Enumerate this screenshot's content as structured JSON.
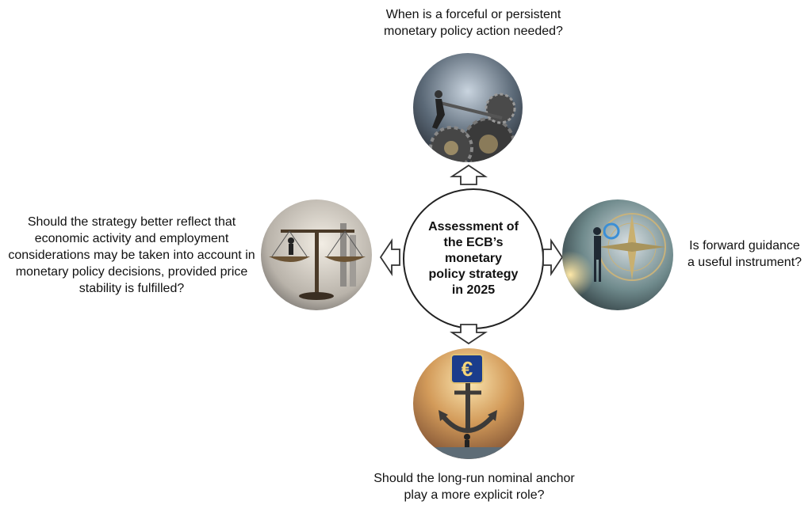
{
  "center": {
    "text": "Assessment of\nthe ECB’s\nmonetary\npolicy strategy\nin 2025"
  },
  "questions": {
    "top": "When is a forceful or persistent\nmonetary policy action needed?",
    "left": "Should the strategy better reflect that\neconomic activity and employment\nconsiderations may be taken into account in\nmonetary policy decisions, provided price\nstability is fulfilled?",
    "right": "Is forward guidance\na useful instrument?",
    "bottom": "Should the long-run nominal anchor\nplay a more explicit role?"
  },
  "images": {
    "top": "gears-illustration",
    "left": "balance-scale-illustration",
    "right": "compass-illustration",
    "bottom": "euro-anchor-illustration",
    "bottom_symbol": "€"
  },
  "colors": {
    "outline": "#222222",
    "text": "#111111",
    "background": "#ffffff"
  }
}
